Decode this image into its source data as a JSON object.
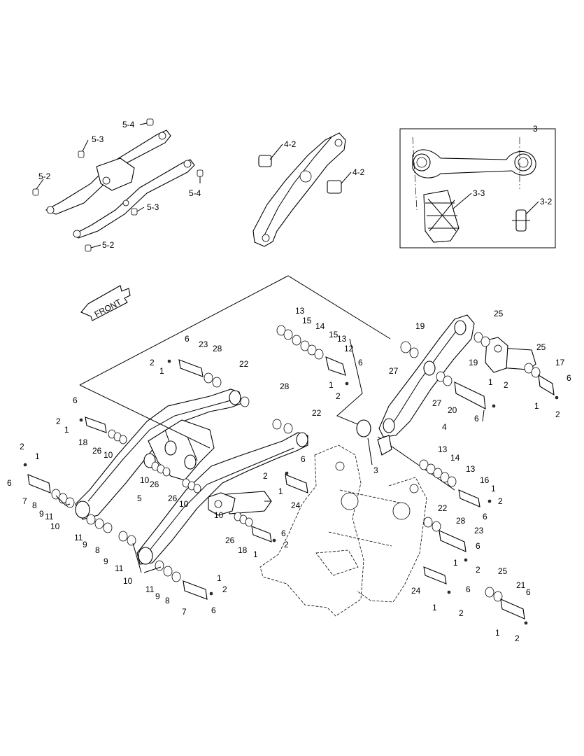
{
  "front_label": "FRONT",
  "callouts": [
    {
      "text": "5-4"
    },
    {
      "text": "5-3"
    },
    {
      "text": "5-2"
    },
    {
      "text": "5-4"
    },
    {
      "text": "5-3"
    },
    {
      "text": "5-2"
    },
    {
      "text": "4-2"
    },
    {
      "text": "4-2"
    },
    {
      "text": "3"
    },
    {
      "text": "3-3"
    },
    {
      "text": "3-2"
    },
    {
      "text": "13"
    },
    {
      "text": "15"
    },
    {
      "text": "14"
    },
    {
      "text": "15"
    },
    {
      "text": "13"
    },
    {
      "text": "12"
    },
    {
      "text": "6"
    },
    {
      "text": "1"
    },
    {
      "text": "2"
    },
    {
      "text": "19"
    },
    {
      "text": "27"
    },
    {
      "text": "25"
    },
    {
      "text": "25"
    },
    {
      "text": "19"
    },
    {
      "text": "27"
    },
    {
      "text": "20"
    },
    {
      "text": "1"
    },
    {
      "text": "2"
    },
    {
      "text": "6"
    },
    {
      "text": "4"
    },
    {
      "text": "17"
    },
    {
      "text": "6"
    },
    {
      "text": "1"
    },
    {
      "text": "2"
    },
    {
      "text": "6"
    },
    {
      "text": "23"
    },
    {
      "text": "28"
    },
    {
      "text": "2"
    },
    {
      "text": "1"
    },
    {
      "text": "22"
    },
    {
      "text": "28"
    },
    {
      "text": "22"
    },
    {
      "text": "6"
    },
    {
      "text": "2"
    },
    {
      "text": "1"
    },
    {
      "text": "18"
    },
    {
      "text": "26"
    },
    {
      "text": "10"
    },
    {
      "text": "2"
    },
    {
      "text": "1"
    },
    {
      "text": "6"
    },
    {
      "text": "7"
    },
    {
      "text": "8"
    },
    {
      "text": "9"
    },
    {
      "text": "11"
    },
    {
      "text": "10"
    },
    {
      "text": "10"
    },
    {
      "text": "26"
    },
    {
      "text": "26"
    },
    {
      "text": "10"
    },
    {
      "text": "5"
    },
    {
      "text": "11"
    },
    {
      "text": "9"
    },
    {
      "text": "8"
    },
    {
      "text": "9"
    },
    {
      "text": "11"
    },
    {
      "text": "10"
    },
    {
      "text": "11"
    },
    {
      "text": "9"
    },
    {
      "text": "8"
    },
    {
      "text": "7"
    },
    {
      "text": "1"
    },
    {
      "text": "2"
    },
    {
      "text": "6"
    },
    {
      "text": "3"
    },
    {
      "text": "6"
    },
    {
      "text": "2"
    },
    {
      "text": "1"
    },
    {
      "text": "24"
    },
    {
      "text": "10"
    },
    {
      "text": "26"
    },
    {
      "text": "18"
    },
    {
      "text": "6"
    },
    {
      "text": "1"
    },
    {
      "text": "2"
    },
    {
      "text": "13"
    },
    {
      "text": "14"
    },
    {
      "text": "13"
    },
    {
      "text": "16"
    },
    {
      "text": "1"
    },
    {
      "text": "2"
    },
    {
      "text": "6"
    },
    {
      "text": "22"
    },
    {
      "text": "28"
    },
    {
      "text": "23"
    },
    {
      "text": "6"
    },
    {
      "text": "1"
    },
    {
      "text": "2"
    },
    {
      "text": "24"
    },
    {
      "text": "6"
    },
    {
      "text": "1"
    },
    {
      "text": "2"
    },
    {
      "text": "25"
    },
    {
      "text": "21"
    },
    {
      "text": "6"
    },
    {
      "text": "1"
    },
    {
      "text": "2"
    }
  ]
}
